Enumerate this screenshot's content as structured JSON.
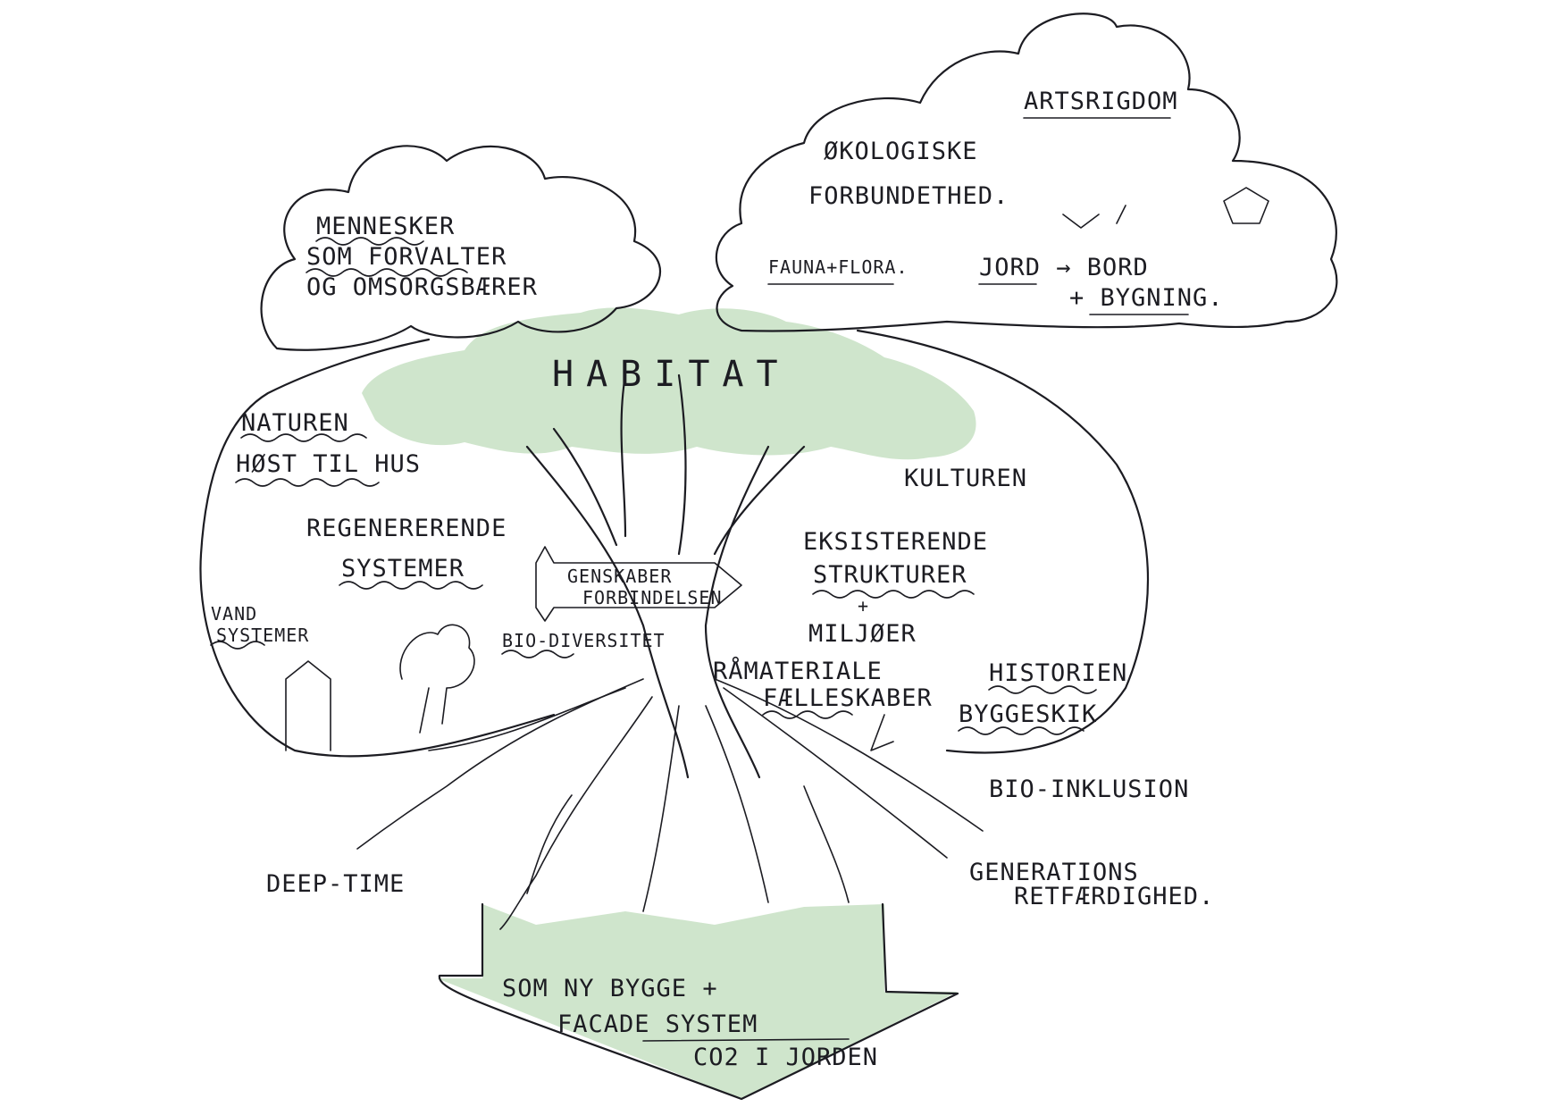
{
  "colors": {
    "ink": "#1c1c22",
    "canopy_green": "#cfe5cc",
    "background": "#ffffff"
  },
  "labels": {
    "artsrigdom": "ARTSRIGDOM",
    "okologiske": "ØKOLOGISKE",
    "forbundethed": "FORBUNDETHED.",
    "fauna_flora": "FAUNA+FLORA.",
    "jord_bord": "JORD → BORD",
    "bygning": "+ BYGNING.",
    "mennesker_1": "MENNESKER",
    "mennesker_2": "SOM FORVALTER",
    "mennesker_3": "OG OMSORGSBÆRER",
    "habitat": "HABITAT",
    "naturen": "NATUREN",
    "host_til_hus": "HØST TIL HUS",
    "kulturen": "KULTUREN",
    "regenererende": "REGENERERENDE",
    "systemer": "SYSTEMER",
    "genskaber": "GENSKABER",
    "forbindelsen": "FORBINDELSEN",
    "eksisterende": "EKSISTERENDE",
    "strukturer": "STRUKTURER",
    "plus": "+",
    "miljoer": "MILJØER",
    "vand": "VAND",
    "vand_systemer": "SYSTEMER",
    "biodiversitet": "BIO-DIVERSITET",
    "ramateriale": "RÅMATERIALE",
    "faelleskaber": "FÆLLESKABER",
    "historien": "HISTORIEN",
    "byggeskik": "BYGGESKIK",
    "bio_inklusion": "BIO-INKLUSION",
    "deep_time": "DEEP-TIME",
    "generations": "GENERATIONS",
    "retfaerdighed": "RETFÆRDIGHED.",
    "som_ny_bygge": "SOM NY BYGGE +",
    "facade_system": "FACADE SYSTEM",
    "co2_i_jorden": "CO2 I JORDEN"
  }
}
